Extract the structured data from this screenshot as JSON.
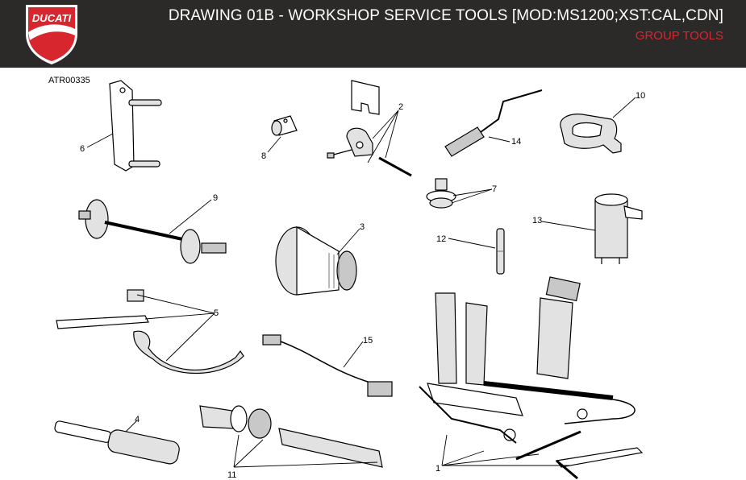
{
  "header": {
    "brand": "DUCATI",
    "title": "DRAWING 01B - WORKSHOP SERVICE TOOLS [MOD:MS1200;XST:CAL,CDN]",
    "subtitle": "GROUP TOOLS"
  },
  "drawing": {
    "code": "ATR00335",
    "callouts": {
      "c1": "1",
      "c2": "2",
      "c3": "3",
      "c4": "4",
      "c5": "5",
      "c6": "6",
      "c7": "7",
      "c8": "8",
      "c9": "9",
      "c10": "10",
      "c11": "11",
      "c12": "12",
      "c13": "13",
      "c14": "14",
      "c15": "15"
    }
  },
  "colors": {
    "header_bg": "#2b2a29",
    "brand_red": "#d8262e",
    "title_text": "#ffffff"
  }
}
